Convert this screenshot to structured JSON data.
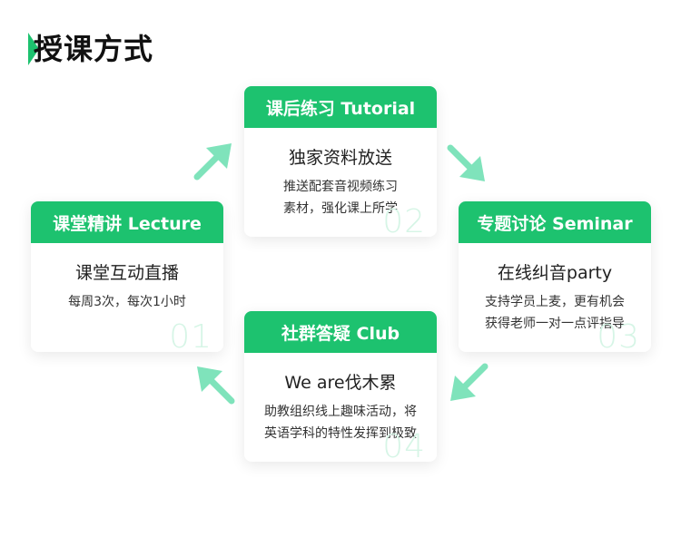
{
  "section": {
    "title": "授课方式"
  },
  "colors": {
    "accent": "#1dc26f",
    "arrow": "#7fe3bb",
    "number": "#d6f5e6"
  },
  "cards": [
    {
      "header": "课后练习 Tutorial",
      "subtitle": "独家资料放送",
      "desc": [
        "推送配套音视频练习",
        "素材，强化课上所学"
      ],
      "number": "02"
    },
    {
      "header": "课堂精讲 Lecture",
      "subtitle": "课堂互动直播",
      "desc": [
        "每周3次，每次1小时"
      ],
      "number": "01"
    },
    {
      "header": "专题讨论 Seminar",
      "subtitle": "在线纠音party",
      "desc": [
        "支持学员上麦，更有机会",
        "获得老师一对一点评指导"
      ],
      "number": "03"
    },
    {
      "header": "社群答疑 Club",
      "subtitle": "We are伐木累",
      "desc": [
        "助教组织线上趣味活动，将",
        "英语学科的特性发挥到极致"
      ],
      "number": "04"
    }
  ],
  "arrows": [
    {
      "icon": "arrow-up-right-icon"
    },
    {
      "icon": "arrow-down-right-icon"
    },
    {
      "icon": "arrow-down-left-icon"
    },
    {
      "icon": "arrow-up-left-icon"
    }
  ]
}
